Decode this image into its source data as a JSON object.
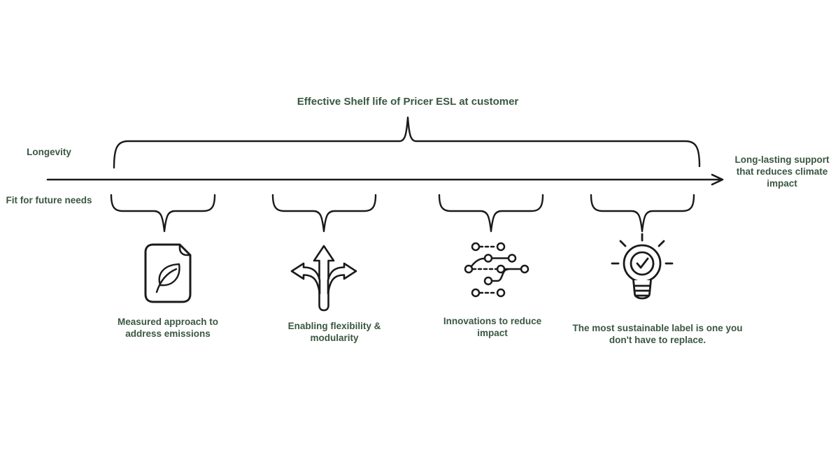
{
  "colors": {
    "text_green": "#3a5741",
    "line_black": "#1a1a1a",
    "background": "#ffffff"
  },
  "diagram": {
    "title": "Effective Shelf life of Pricer ESL at customer",
    "axis": {
      "left_label_top": "Longevity",
      "left_label_bottom": "Fit for future needs",
      "right_label": "Long-lasting support that reduces climate impact"
    },
    "items": [
      {
        "icon": "leaf-document-icon",
        "label": "Measured approach to address emissions"
      },
      {
        "icon": "branching-arrows-icon",
        "label": "Enabling flexibility & modularity"
      },
      {
        "icon": "network-nodes-icon",
        "label": "Innovations to reduce impact"
      },
      {
        "icon": "lightbulb-check-icon",
        "label": "The most sustainable label is one you don't have to replace."
      }
    ]
  }
}
